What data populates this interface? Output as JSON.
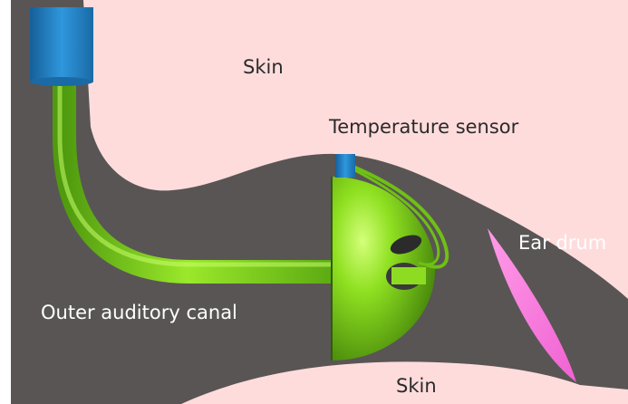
{
  "labels": {
    "skin_top": "Skin",
    "temperature_sensor": "Temperature sensor",
    "ear_drum": "Ear drum",
    "outer_auditory_canal": "Outer auditory canal",
    "skin_bottom": "Skin"
  },
  "colors": {
    "skin": "#ffdcdc",
    "canal": "#595555",
    "tube_green": "#7fd61a",
    "connector_blue": "#1f82c8",
    "sensor_blue": "#2a86c9",
    "ear_drum": "#ff7fe0",
    "label_dark": "#2a2a2a",
    "label_light": "#ffffff"
  },
  "icons": {
    "connector": "blue-cylinder-connector",
    "probe": "green-hemisphere-probe",
    "sensor": "blue-temperature-sensor",
    "membrane": "pink-ear-drum"
  }
}
